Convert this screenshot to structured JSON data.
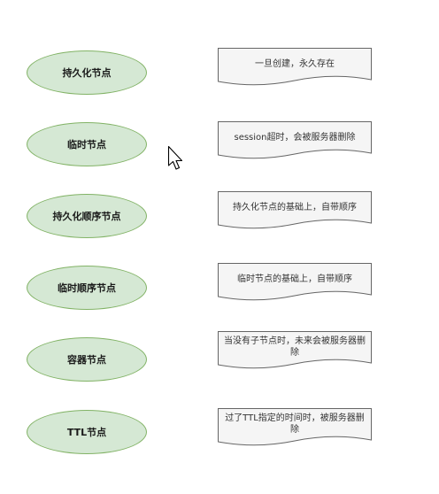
{
  "nodes": [
    {
      "label": "持久化节点",
      "desc": "一旦创建，永久存在"
    },
    {
      "label": "临时节点",
      "desc": "session超时，会被服务器删除"
    },
    {
      "label": "持久化顺序节点",
      "desc": "持久化节点的基础上，自带顺序"
    },
    {
      "label": "临时顺序节点",
      "desc": "临时节点的基础上，自带顺序"
    },
    {
      "label": "容器节点",
      "desc": "当没有子节点时，未来会被服务器删除"
    },
    {
      "label": "TTL节点",
      "desc": "过了TTL指定的时间时，被服务器删除"
    }
  ],
  "colors": {
    "ellipse_fill": "#d5e8d4",
    "ellipse_stroke": "#82b366",
    "doc_fill": "#f5f5f5",
    "doc_stroke": "#666666"
  },
  "icons": {
    "cursor": "mouse-pointer-icon"
  }
}
